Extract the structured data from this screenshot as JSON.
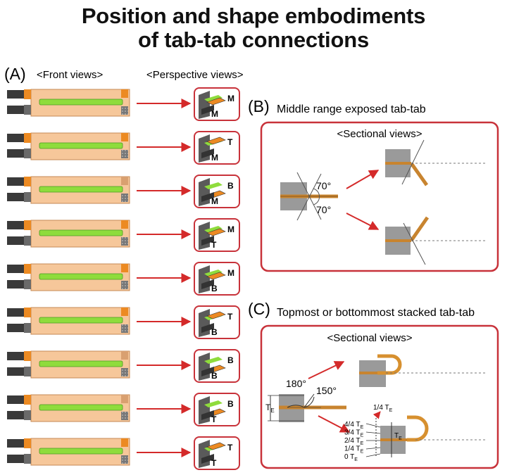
{
  "title": {
    "line1": "Position and shape embodiments",
    "line2": "of tab-tab connections"
  },
  "panel_a": {
    "letter": "(A)",
    "front_views_label": "<Front views>",
    "perspective_views_label": "<Perspective views>",
    "rows": [
      {
        "upper": "M",
        "lower": "M"
      },
      {
        "upper": "T",
        "lower": "M"
      },
      {
        "upper": "B",
        "lower": "M"
      },
      {
        "upper": "M",
        "lower": "T"
      },
      {
        "upper": "M",
        "lower": "B"
      },
      {
        "upper": "T",
        "lower": "B"
      },
      {
        "upper": "B",
        "lower": "B"
      },
      {
        "upper": "B",
        "lower": "T"
      },
      {
        "upper": "T",
        "lower": "T"
      }
    ]
  },
  "panel_b": {
    "letter": "(B)",
    "title": "Middle range exposed tab-tab",
    "sectional_label": "<Sectional views>",
    "angle_upper": "70°",
    "angle_lower": "70°"
  },
  "panel_c": {
    "letter": "(C)",
    "title": "Topmost or bottommost stacked tab-tab",
    "sectional_label": "<Sectional views>",
    "angle_large": "180°",
    "angle_small": "150°",
    "te_label": "T",
    "te_sub": "E",
    "quarter_label": "1/4 T",
    "quarter_sub": "E",
    "height_labels": [
      {
        "text": "4/4 T",
        "sub": "E"
      },
      {
        "text": "3/4 T",
        "sub": "E"
      },
      {
        "text": "2/4 T",
        "sub": "E"
      },
      {
        "text": "1/4 T",
        "sub": "E"
      },
      {
        "text": "0 T",
        "sub": "E"
      }
    ]
  },
  "colors": {
    "frame_red": "#c8323a",
    "arrow_red": "#d42a2a",
    "body_peach": "#f6c79a",
    "body_edge": "#c58a55",
    "tab_orange": "#ec8a22",
    "electrode_green": "#8fdc3c",
    "terminal_dark": "#3a3a3a",
    "block_gray": "#9a9a9a"
  }
}
